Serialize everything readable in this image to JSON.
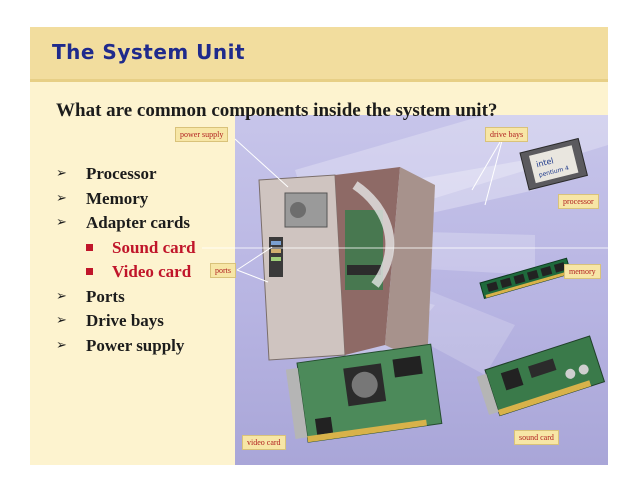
{
  "slide": {
    "title": "The System Unit",
    "question": "What are common components inside the system unit?"
  },
  "bullets": [
    {
      "label": "Processor",
      "level": 1
    },
    {
      "label": "Memory",
      "level": 1
    },
    {
      "label": "Adapter cards",
      "level": 1
    },
    {
      "label": "Sound card",
      "level": 2
    },
    {
      "label": "Video card",
      "level": 2
    },
    {
      "label": "Ports",
      "level": 1
    },
    {
      "label": "Drive bays",
      "level": 1
    },
    {
      "label": "Power supply",
      "level": 1
    }
  ],
  "callouts": {
    "power_supply": "power supply",
    "drive_bays": "drive bays",
    "processor": "processor",
    "ports": "ports",
    "memory": "memory",
    "video_card": "video card",
    "sound_card": "sound card"
  },
  "colors": {
    "title": "#1f2a8c",
    "title_bar": "#f2dd9e",
    "body_background": "#fdf3cf",
    "photo_background": "#b9b6e3",
    "sub_bullet": "#c0152a",
    "callout_text": "#b02020"
  },
  "icons": {
    "bullet": "arrow-bullet-icon",
    "sub_bullet": "square-bullet-icon"
  }
}
